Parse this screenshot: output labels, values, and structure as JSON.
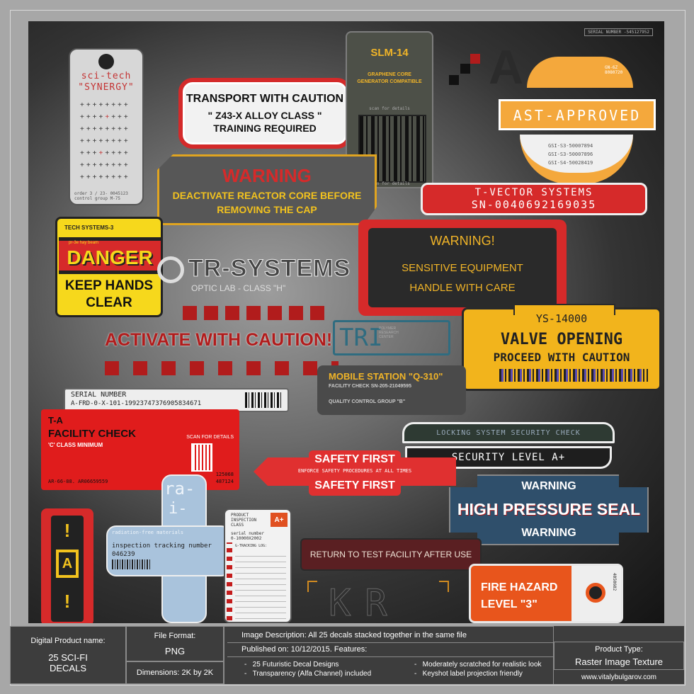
{
  "decals": {
    "scitech": {
      "title": "sci-tech",
      "subtitle": "\"SYNERGY\"",
      "footer": "order 3 / 23- 0045123\ncontrol group M-75"
    },
    "transport": {
      "line1": "TRANSPORT WITH CAUTION",
      "line2": "\" Z43-X ALLOY CLASS \"",
      "line3": "TRAINING REQUIRED"
    },
    "slm": {
      "title": "SLM-14",
      "line1": "GRAPHENE CORE",
      "line2": "GENERATOR COMPATIBLE",
      "scan_top": "scan for details",
      "scan_bottom": "scan for details"
    },
    "ast": {
      "serial": "SERIAL NUMBER -545127952",
      "code": "GN-6Z\n8080720",
      "title": "AST-APPROVED",
      "codes": [
        "GSI-S3-50007894",
        "GSI-S3-50007896",
        "GSI-S4-50028419"
      ],
      "letter": "A"
    },
    "warning_reactor": {
      "title": "WARNING",
      "line1": "DEACTIVATE REACTOR CORE BEFORE",
      "line2": "REMOVING THE CAP"
    },
    "tvector": {
      "line1": "T-VECTOR SYSTEMS",
      "line2": "SN-0040692169035"
    },
    "danger": {
      "top": "TECH SYSTEMS-3",
      "small": "pr-3e hay beam",
      "title": "DANGER",
      "line1": "KEEP HANDS",
      "line2": "CLEAR"
    },
    "trsystems": {
      "title": "TR-SYSTEMS",
      "subtitle": "OPTIC LAB - CLASS \"H\""
    },
    "sensitive": {
      "title": "WARNING!",
      "line1": "SENSITIVE EQUIPMENT",
      "line2": "HANDLE WITH CARE"
    },
    "activate": {
      "text": "ACTIVATE WITH CAUTION!"
    },
    "tri": {
      "title": "TRI",
      "sub": "POLYMER\nRESEARCH\nCENTER"
    },
    "valve": {
      "top": "YS-14000",
      "line1": "VALVE OPENING",
      "line2": "PROCEED WITH CAUTION"
    },
    "mobile": {
      "title": "MOBILE STATION \"Q-310\"",
      "line1": "FACILITY CHECK SN-205-21049595",
      "line2": "QUALITY CONTROL GROUP \"B\""
    },
    "serial": {
      "label": "SERIAL NUMBER",
      "value": "A-FRD-0-X-101-19923747376905834671"
    },
    "facility": {
      "code": "T-A",
      "title": "FACILITY CHECK",
      "sub": "'C' CLASS MINIMUM",
      "scan": "SCAN FOR DETAILS",
      "num1": "125068",
      "num2": "487124",
      "bottom": "AR-66-88. AR06659559"
    },
    "locking": {
      "line1": "LOCKING SYSTEM SECURITY CHECK",
      "line2": "SECURITY LEVEL A+"
    },
    "safety": {
      "line1": "SAFETY FIRST",
      "mid": "ENFORCE SAFETY PROCEDURES AT ALL TIMES",
      "line2": "SAFETY FIRST"
    },
    "highpressure": {
      "top": "WARNING",
      "mid": "HIGH PRESSURE SEAL",
      "bottom": "WARNING"
    },
    "exclaim": {
      "mark": "!",
      "letter": "A"
    },
    "radiation": {
      "big1": "ra-",
      "big2": "i-",
      "small": "radiation-free materials",
      "track": "inspection tracking number",
      "num": "046239"
    },
    "inspection": {
      "top": "PRODUCT\nINSPECTION\nCLASS",
      "grade": "A+",
      "serial": "serial number\n0-10000X2002",
      "track": "G-TRACKING LOG:"
    },
    "return": {
      "text": "RETURN TO TEST FACILITY AFTER USE"
    },
    "kr": {
      "text": "KR"
    },
    "fire": {
      "line1": "FIRE HAZARD",
      "line2": "LEVEL \"3\"",
      "code": "4050602"
    }
  },
  "footer": {
    "name_label": "Digital Product name:",
    "name_value": "25 SCI-FI\nDECALS",
    "format_label": "File Format:",
    "format_value": "PNG",
    "dims": "Dimensions: 2K by 2K",
    "description": "Image Description: All 25 decals stacked together in the same file",
    "published": "Published on: 10/12/2015. Features:",
    "features": [
      "25 Futuristic Decal Designs",
      "Transparency (Alfa Channel) included",
      "Moderately scratched for realistic look",
      "Keyshot label projection friendly"
    ],
    "type_label": "Product Type:",
    "type_value": "Raster Image Texture",
    "website": "www.vitalybulgarov.com"
  }
}
